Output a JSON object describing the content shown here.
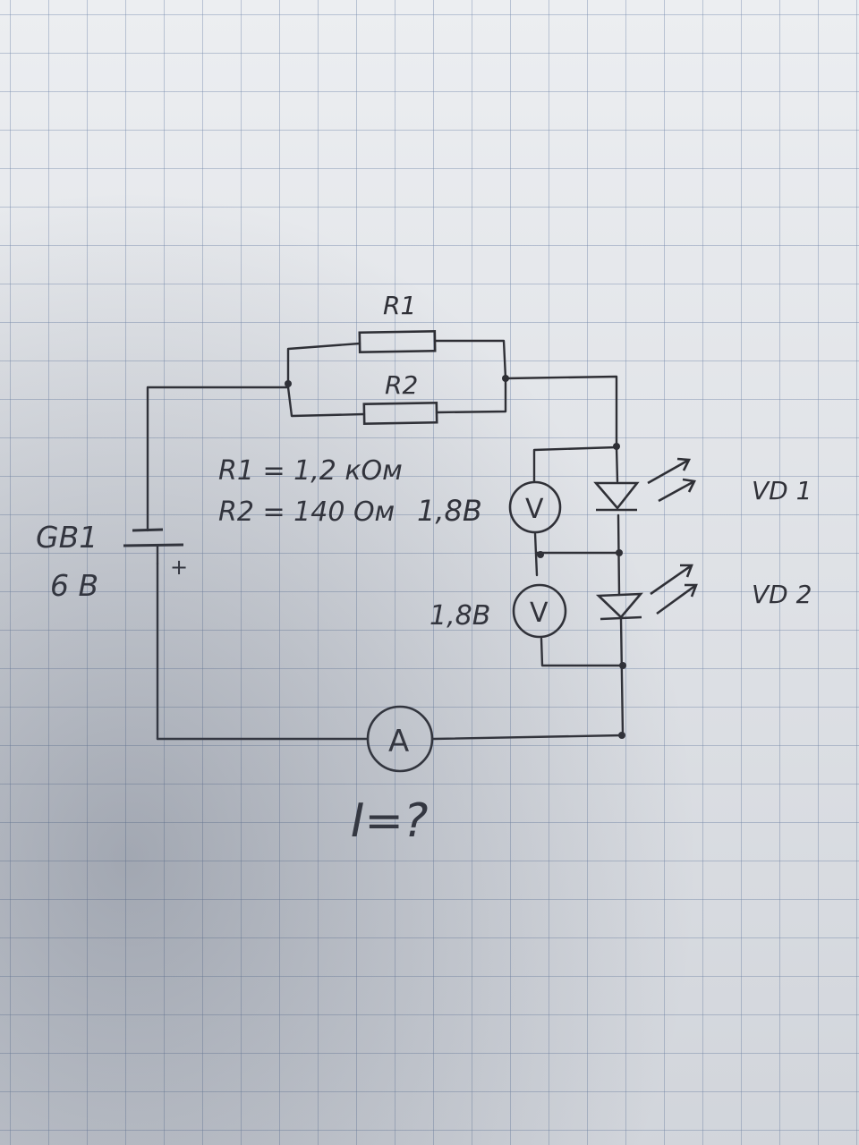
{
  "labels": {
    "r1": "R1",
    "r2": "R2",
    "r1_value": "R1 = 1,2 кОм",
    "r2_value": "R2 = 140 Ом",
    "battery_name": "GB1",
    "battery_voltage": "6 В",
    "battery_plus": "+",
    "vd1": "VD 1",
    "vd2": "VD 2",
    "v1_reading": "1,8В",
    "v2_reading": "1,8В",
    "voltmeter_symbol": "V",
    "ammeter_symbol": "A",
    "question": "I=?"
  },
  "colors": {
    "ink": "#2b2b30",
    "paper": "#eceef1",
    "grid": "#8c9ab0"
  }
}
